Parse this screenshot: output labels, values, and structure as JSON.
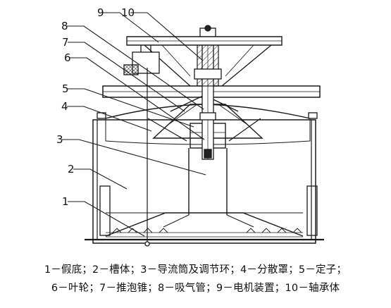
{
  "callouts": [
    "1",
    "2",
    "3",
    "4",
    "5",
    "6",
    "7",
    "8",
    "9",
    "10"
  ],
  "caption": {
    "line1": "1－假底；2－槽体；3－导流筒及调节环；4－分散罩；5－定子；",
    "line2": "6－叶轮；7－推泡锥；8－吸气管；9－电机装置；10－轴承体"
  }
}
